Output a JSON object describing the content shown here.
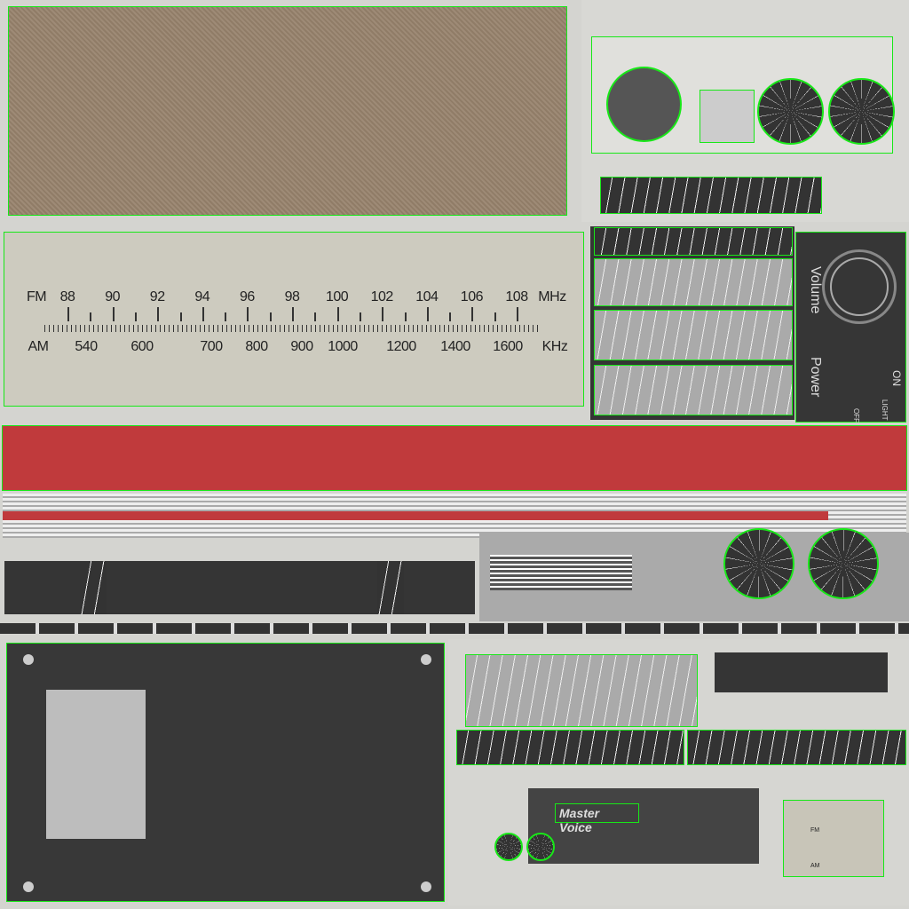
{
  "dial": {
    "fm_label": "FM",
    "fm_unit": "MHz",
    "am_label": "AM",
    "am_unit": "KHz",
    "fm_ticks": [
      "88",
      "90",
      "92",
      "94",
      "96",
      "98",
      "100",
      "102",
      "104",
      "106",
      "108"
    ],
    "am_ticks": [
      "540",
      "600",
      "700",
      "800",
      "900",
      "1000",
      "1200",
      "1400",
      "1600"
    ]
  },
  "control_panel": {
    "volume": "Volume",
    "power": "Power",
    "on": "ON",
    "light": "LIGHT",
    "off": "OFF"
  },
  "brand": {
    "logo": "Master Voice"
  },
  "band_switch": {
    "fm": "FM",
    "am": "AM"
  },
  "colors": {
    "fabric": "#c6b9aa",
    "dial": "#cdcbbf",
    "body_red": "#c03a3c",
    "dark": "#353535",
    "uv_wire": "#18e818"
  }
}
